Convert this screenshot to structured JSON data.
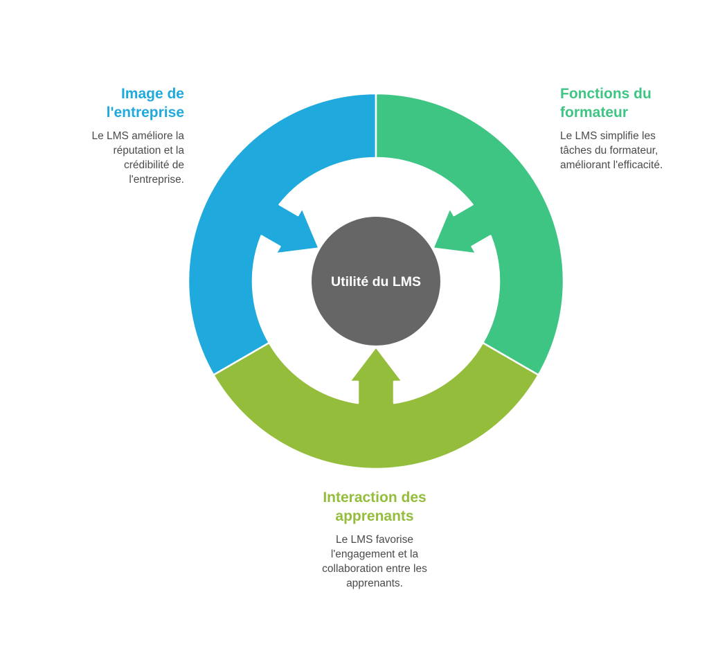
{
  "center": {
    "label": "Utilité du LMS",
    "color": "#666666"
  },
  "segments": {
    "left": {
      "title": "Image de l'entreprise",
      "description": "Le LMS améliore la réputation et la crédibilité de l'entreprise.",
      "color": "#1fa9dc"
    },
    "right": {
      "title": "Fonctions du formateur",
      "description": "Le LMS simplifie les tâches du formateur, améliorant l'efficacité.",
      "color": "#3ec583"
    },
    "bottom": {
      "title": "Interaction des apprenants",
      "description": "Le LMS favorise l'engagement et la collaboration entre les apprenants.",
      "color": "#94bd3c"
    }
  },
  "icons": {
    "left_arrow": "arrow-icon",
    "right_arrow": "arrow-icon",
    "bottom_arrow": "arrow-icon"
  }
}
